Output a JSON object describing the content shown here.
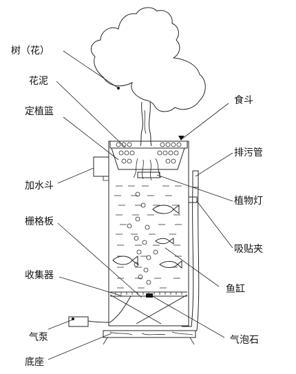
{
  "labels": {
    "tree": "树（花）",
    "mud": "花泥",
    "basket": "定植篮",
    "filler": "加水斗",
    "grid": "栅格板",
    "collector": "收集器",
    "pump": "气泵",
    "base": "底座",
    "feeder": "食斗",
    "drain": "排污管",
    "lamp": "植物灯",
    "clip": "吸贴夹",
    "tank": "鱼缸",
    "stone": "气泡石"
  }
}
